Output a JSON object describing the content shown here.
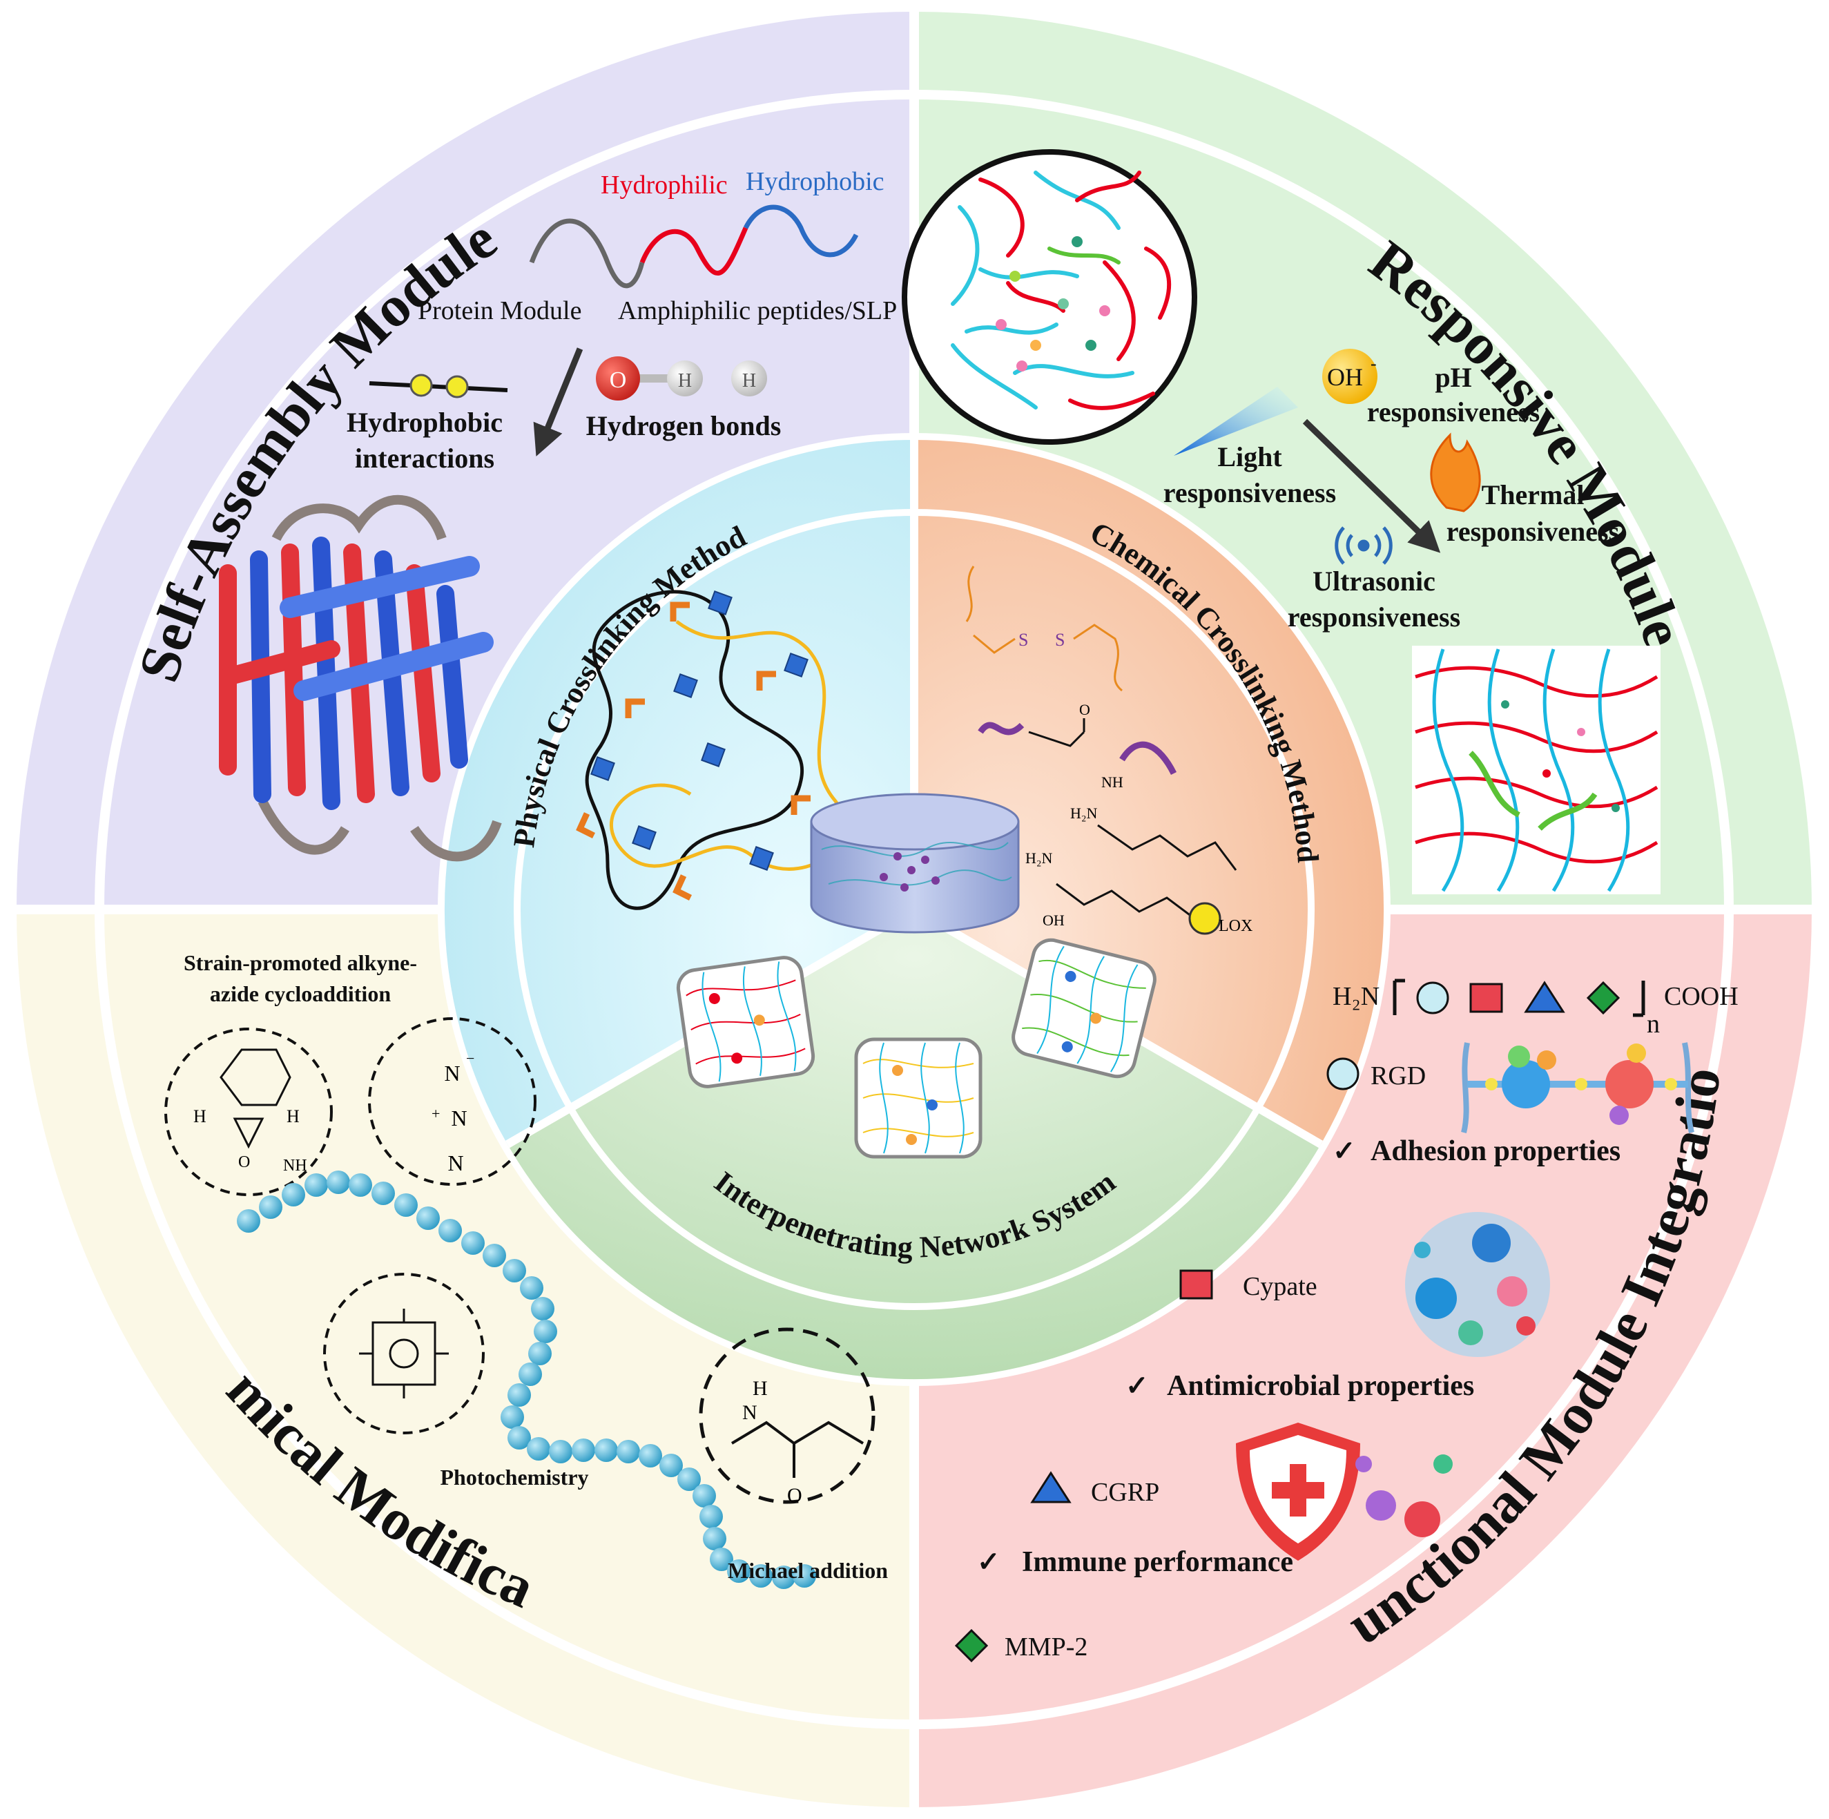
{
  "quadrants": {
    "self_assembly": {
      "title": "Self-Assembly Module",
      "hydrophilic": "Hydrophilic",
      "hydrophobic": "Hydrophobic",
      "protein_module": "Protein Module",
      "amphiphilic": "Amphiphilic  peptides/SLP",
      "hydrophobic_interactions_1": "Hydrophobic",
      "hydrophobic_interactions_2": "interactions",
      "hydrogen_bonds": "Hydrogen bonds",
      "atom_o": "O",
      "atom_h": "H"
    },
    "responsive": {
      "title": "Responsive Module",
      "oh": "OH",
      "oh_charge": "-",
      "ph_1": "pH",
      "ph_2": "responsiveness",
      "light_1": "Light",
      "light_2": "responsiveness",
      "thermal_1": "Thermal",
      "thermal_2": "responsiveness",
      "ultrasonic_1": "Ultrasonic",
      "ultrasonic_2": "responsiveness"
    },
    "chemical_modification": {
      "title": "Chemical Modification",
      "spaac_1": "Strain-promoted  alkyne-",
      "spaac_2": "azide cycloaddition",
      "photochemistry": "Photochemistry",
      "michael": "Michael addition",
      "atom_h": "H",
      "atom_o": "O",
      "atom_nh": "NH",
      "atom_n": "N",
      "atom_plus": "+",
      "atom_minus": "−"
    },
    "functional": {
      "title": "Functional Module Integration",
      "formula_h2n": "H₂N",
      "formula_n": "n",
      "formula_cooh": "COOH",
      "rgd": "RGD",
      "adhesion": "Adhesion properties",
      "cypate": "Cypate",
      "antimicrobial": "Antimicrobial properties",
      "cgrp": "CGRP",
      "immune": "Immune performance",
      "mmp2": "MMP-2",
      "check": "✓"
    }
  },
  "inner": {
    "physical": "Physical Crosslinking Method",
    "chemical": "Chemical Crosslinking Method",
    "ipn": "Interpenetrating Network System",
    "atom_s": "S",
    "atom_o": "O",
    "atom_nh": "NH",
    "atom_h2n": "H₂N",
    "atom_oh": "OH",
    "lox": "LOX"
  },
  "colors": {
    "self_assembly_bg": "#e3e0f6",
    "responsive_bg": "#dcf3da",
    "chemical_mod_bg": "#fbf8e6",
    "functional_bg": "#fbd3d3",
    "physical_bg": "#c8eef7",
    "chemical_bg": "#f8c9a8",
    "ipn_bg": "#c5e2bf",
    "hydrophilic": "#e8001c",
    "hydrophobic": "#2a6bc4",
    "bead": "#4ab5d8"
  }
}
